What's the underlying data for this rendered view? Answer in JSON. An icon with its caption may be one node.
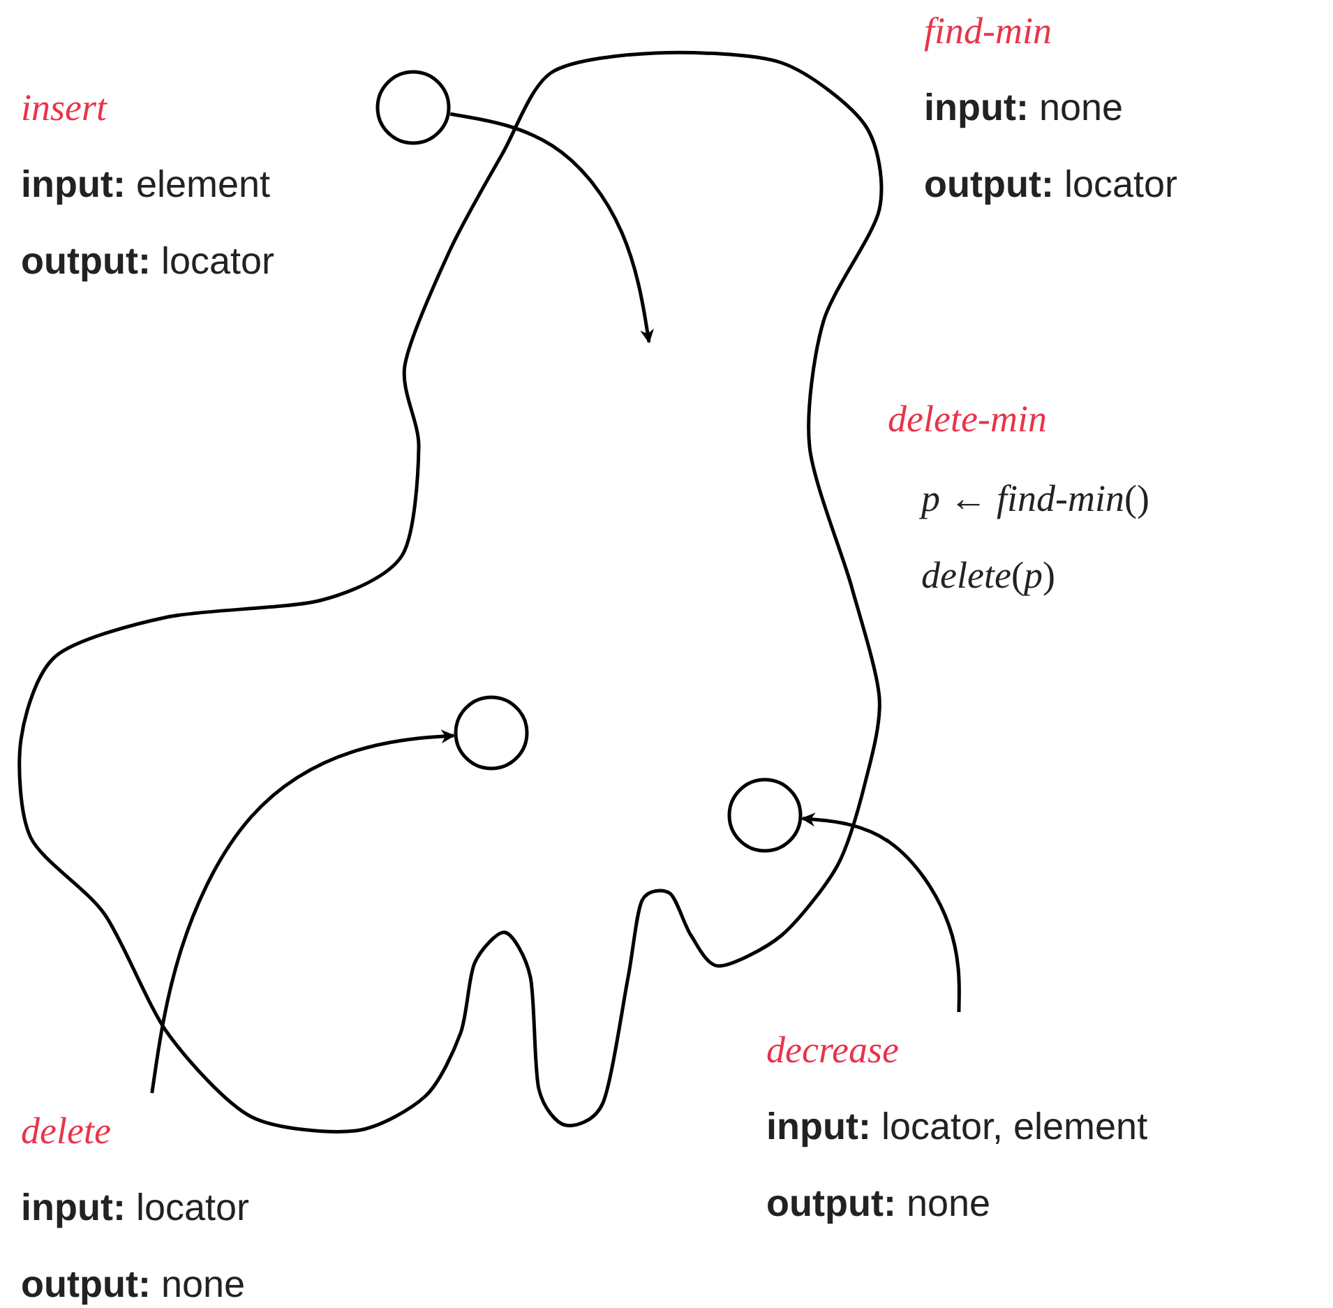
{
  "diagram": {
    "nodes": [
      {
        "text": [],
        "shape": "cloud"
      },
      {
        "text": [],
        "shape": "circle"
      },
      {
        "text": [],
        "shape": "circle",
        "in": 0
      },
      {
        "text": [],
        "shape": "circle",
        "in": 0
      },
      {
        "text": [
          "delete",
          "**input:** locator",
          "**output:** none"
        ]
      },
      {
        "text": [
          "decrease",
          "**input:** locator, element",
          "**output:** none"
        ]
      }
    ],
    "edges": [
      {
        "from": 1,
        "to": null,
        "arrow": "to"
      },
      {
        "from": 4,
        "to": 2,
        "arrow": "to"
      },
      {
        "from": 5,
        "to": 3,
        "arrow": "to"
      }
    ],
    "labels": [
      "insert",
      "**input:** element",
      "**output:** locator",
      "find-min",
      "**input:** none",
      "**output:** locator",
      "delete-min",
      "*p* ← *find-min*()",
      "*delete*(*p*)"
    ]
  }
}
